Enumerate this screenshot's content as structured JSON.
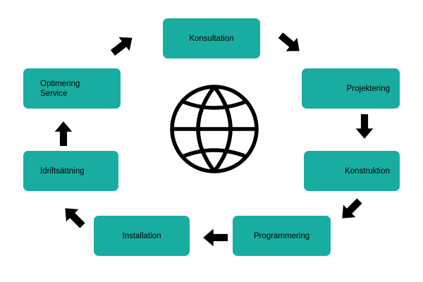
{
  "colors": {
    "box_fill": "#19ada1",
    "arrow": "#000000",
    "text": "#000000",
    "background": "#ffffff"
  },
  "center_icon": "globe-icon",
  "steps": [
    {
      "label": "Konsultation"
    },
    {
      "label": "Projektering"
    },
    {
      "label": "Konstruktion"
    },
    {
      "label": "Programmering"
    },
    {
      "label": "Installation"
    },
    {
      "label": "Idriftsättning"
    },
    {
      "label": "Optimering\nService"
    }
  ],
  "flow": "clockwise"
}
